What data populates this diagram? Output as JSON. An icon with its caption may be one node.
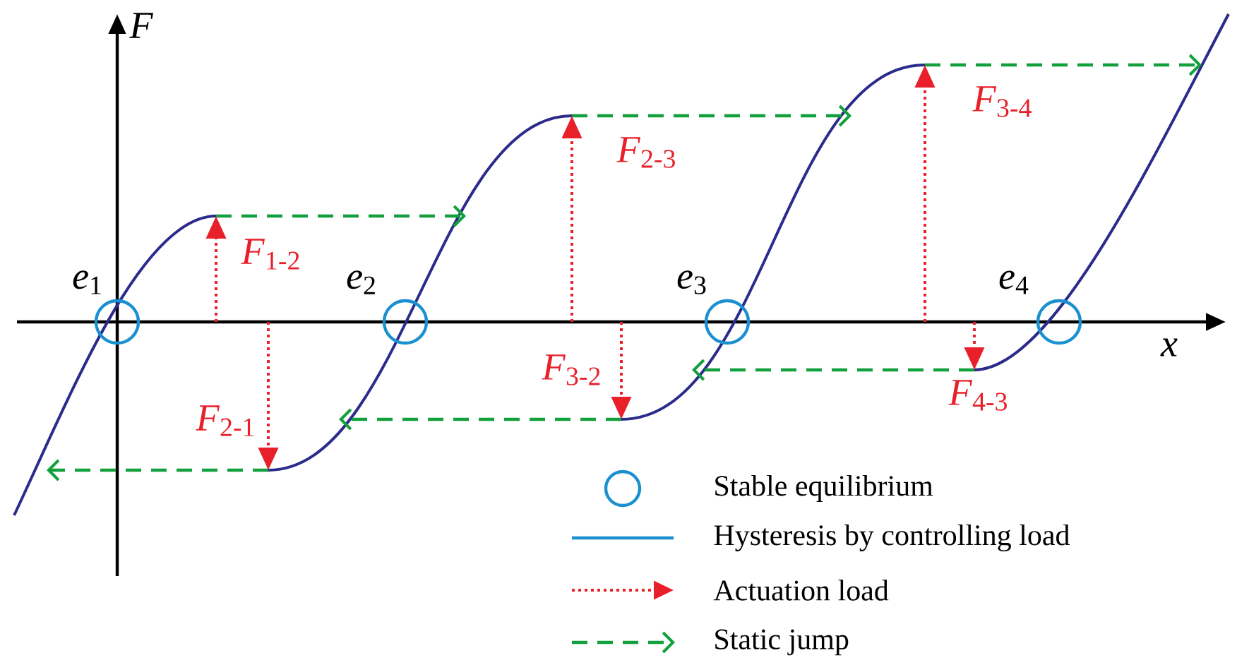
{
  "diagram": {
    "labels": [
      "F",
      "*F*$_{3-4}$",
      "*F*$_{2-3}$",
      "*F*$_{1-2}$",
      "*e*$_{1}$",
      "*e*$_{2}$",
      "*e*$_{3}$",
      "*e*$_{4}$",
      "x",
      "*F*$_{3-2}$",
      "*F*$_{4-3}$",
      "*F*$_{2-1}$"
    ],
    "legend": [
      {
        "text": "Stable equilibrium"
      },
      {
        "text": "Hysteresis by controlling load"
      },
      {
        "text": "Actuation load"
      },
      {
        "text": "Static jump"
      }
    ]
  }
}
